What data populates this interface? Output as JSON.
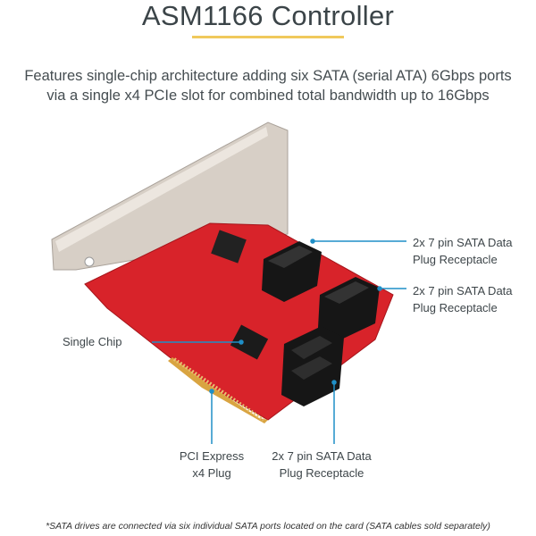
{
  "header": {
    "title": "ASM1166 Controller",
    "description_line1": "Features single-chip architecture adding six SATA (serial ATA) 6Gbps ports",
    "description_line2": "via a single x4 PCIe slot for combined total bandwidth up to 16Gbps"
  },
  "callouts": {
    "sata_top": {
      "line1": "2x 7 pin SATA Data",
      "line2": "Plug Receptacle"
    },
    "sata_middle": {
      "line1": "2x 7 pin SATA Data",
      "line2": "Plug Receptacle"
    },
    "single_chip": "Single Chip",
    "pcie": {
      "line1": "PCI Express",
      "line2": "x4 Plug"
    },
    "sata_bottom": {
      "line1": "2x 7 pin SATA Data",
      "line2": "Plug Receptacle"
    }
  },
  "footnote": "*SATA drives are connected via six individual SATA ports located on the card (SATA cables sold separately)",
  "colors": {
    "accent_gold": "#f0c95c",
    "callout_blue": "#1f8fc7",
    "pcb_red": "#d8232a"
  }
}
